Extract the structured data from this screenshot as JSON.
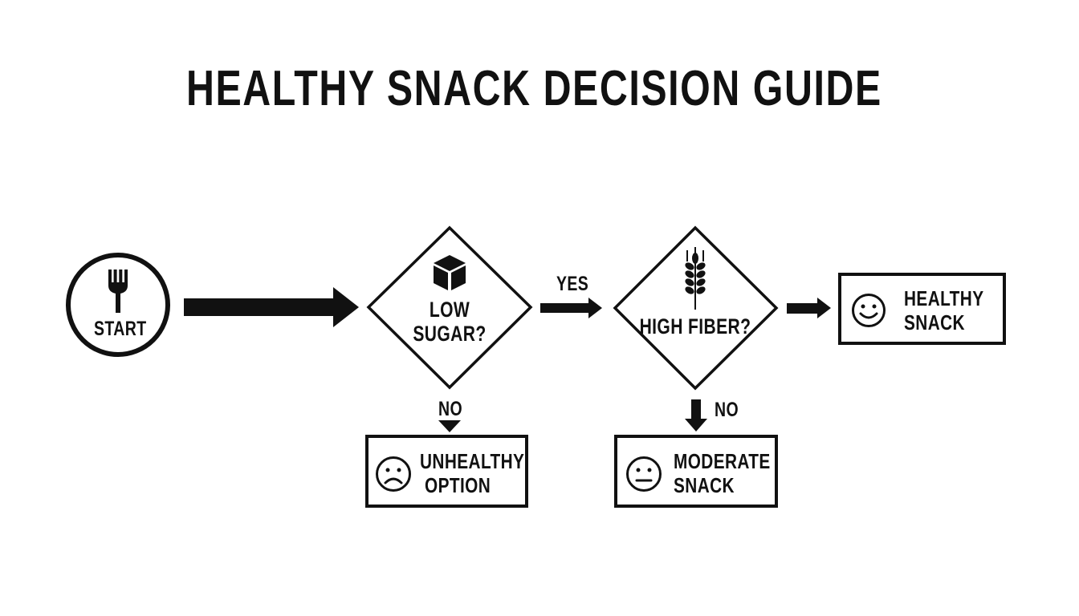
{
  "title": "HEALTHY SNACK DECISION GUIDE",
  "colors": {
    "background": "#ffffff",
    "ink": "#111111"
  },
  "nodes": {
    "start": {
      "label": "START",
      "icon": "fork-icon",
      "shape": "circle"
    },
    "low_sugar": {
      "label_line1": "LOW",
      "label_line2": "SUGAR?",
      "icon": "sugar-cube-icon",
      "shape": "diamond"
    },
    "high_fiber": {
      "label": "HIGH FIBER?",
      "icon": "wheat-icon",
      "shape": "diamond"
    },
    "healthy": {
      "label_line1": "HEALTHY",
      "label_line2": "SNACK",
      "icon": "happy-face-icon",
      "shape": "rectangle"
    },
    "unhealthy": {
      "label_line1": "UNHEALTHY",
      "label_line2": "OPTION",
      "icon": "sad-face-icon",
      "shape": "rectangle"
    },
    "moderate": {
      "label_line1": "MODERATE",
      "label_line2": "SNACK",
      "icon": "neutral-face-icon",
      "shape": "rectangle"
    }
  },
  "edges": [
    {
      "from": "start",
      "to": "low_sugar",
      "label": ""
    },
    {
      "from": "low_sugar",
      "to": "high_fiber",
      "label": "YES"
    },
    {
      "from": "high_fiber",
      "to": "healthy",
      "label": ""
    },
    {
      "from": "low_sugar",
      "to": "unhealthy",
      "label": "NO"
    },
    {
      "from": "high_fiber",
      "to": "moderate",
      "label": "NO"
    }
  ],
  "edge_labels": {
    "yes": "YES",
    "no_left": "NO",
    "no_right": "NO"
  }
}
